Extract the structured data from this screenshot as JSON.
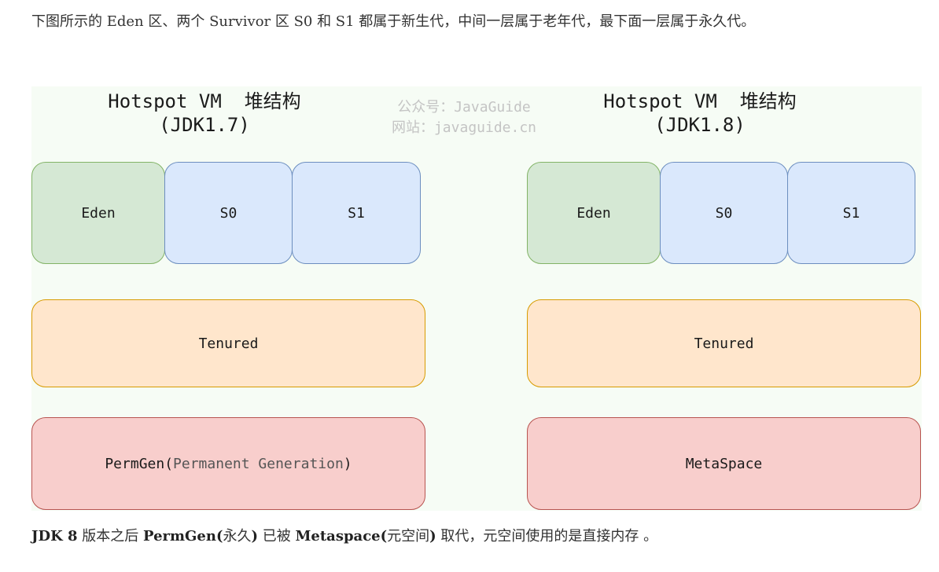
{
  "intro_text": "下图所示的 Eden 区、两个 Survivor 区 S0 和 S1 都属于新生代，中间一层属于老年代，最下面一层属于永久代。",
  "watermark": {
    "line1": "公众号：JavaGuide",
    "line2": "网站：javaguide.cn"
  },
  "left_heap": {
    "title_line1": "Hotspot VM  堆结构",
    "title_line2": "(JDK1.7)",
    "eden": "Eden",
    "s0": "S0",
    "s1": "S1",
    "tenured": "Tenured",
    "perm_main": "PermGen(",
    "perm_sub": "Permanent Generation",
    "perm_close": ")"
  },
  "right_heap": {
    "title_line1": "Hotspot VM  堆结构",
    "title_line2": "(JDK1.8)",
    "eden": "Eden",
    "s0": "S0",
    "s1": "S1",
    "tenured": "Tenured",
    "metaspace": "MetaSpace"
  },
  "outro": {
    "b1": "JDK 8",
    "t1": " 版本之后 ",
    "b2": "PermGen(",
    "t2": "永久",
    "b3": ")",
    "t3": " 已被 ",
    "b4": "Metaspace(",
    "t4": "元空间",
    "b5": ")",
    "t5": " 取代，元空间使用的是直接内存 。"
  },
  "colors": {
    "eden_fill": "#d5e8d4",
    "eden_border": "#82b366",
    "survivor_fill": "#dae8fc",
    "survivor_border": "#6c8ebf",
    "tenured_fill": "#ffe6cc",
    "tenured_border": "#d79b00",
    "perm_fill": "#f8cecc",
    "perm_border": "#b85450",
    "figure_background": "#f6fcf5"
  }
}
